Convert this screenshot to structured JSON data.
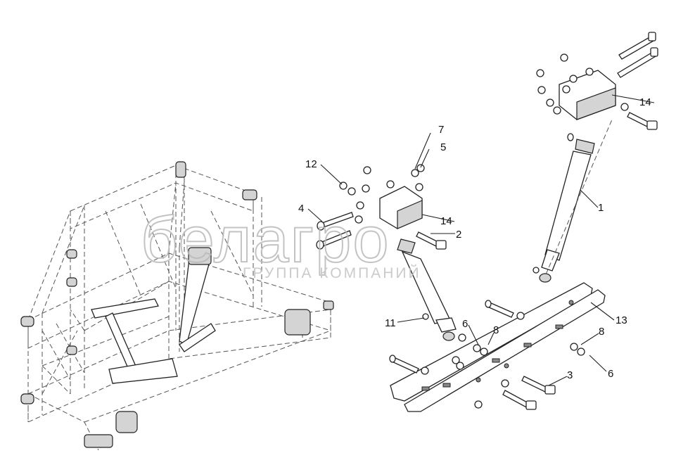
{
  "watermark": {
    "brand": "белагро",
    "tagline": "ГРУППА КОМПАНИЙ"
  },
  "callouts": [
    {
      "id": "c7",
      "label": "7"
    },
    {
      "id": "c5",
      "label": "5"
    },
    {
      "id": "c12",
      "label": "12"
    },
    {
      "id": "c4",
      "label": "4"
    },
    {
      "id": "c14a",
      "label": "14"
    },
    {
      "id": "c2",
      "label": "2"
    },
    {
      "id": "c14b",
      "label": "14"
    },
    {
      "id": "c1",
      "label": "1"
    },
    {
      "id": "c11",
      "label": "11"
    },
    {
      "id": "c6a",
      "label": "6"
    },
    {
      "id": "c8a",
      "label": "8"
    },
    {
      "id": "c13",
      "label": "13"
    },
    {
      "id": "c8b",
      "label": "8"
    },
    {
      "id": "c3",
      "label": "3"
    },
    {
      "id": "c6b",
      "label": "6"
    }
  ]
}
